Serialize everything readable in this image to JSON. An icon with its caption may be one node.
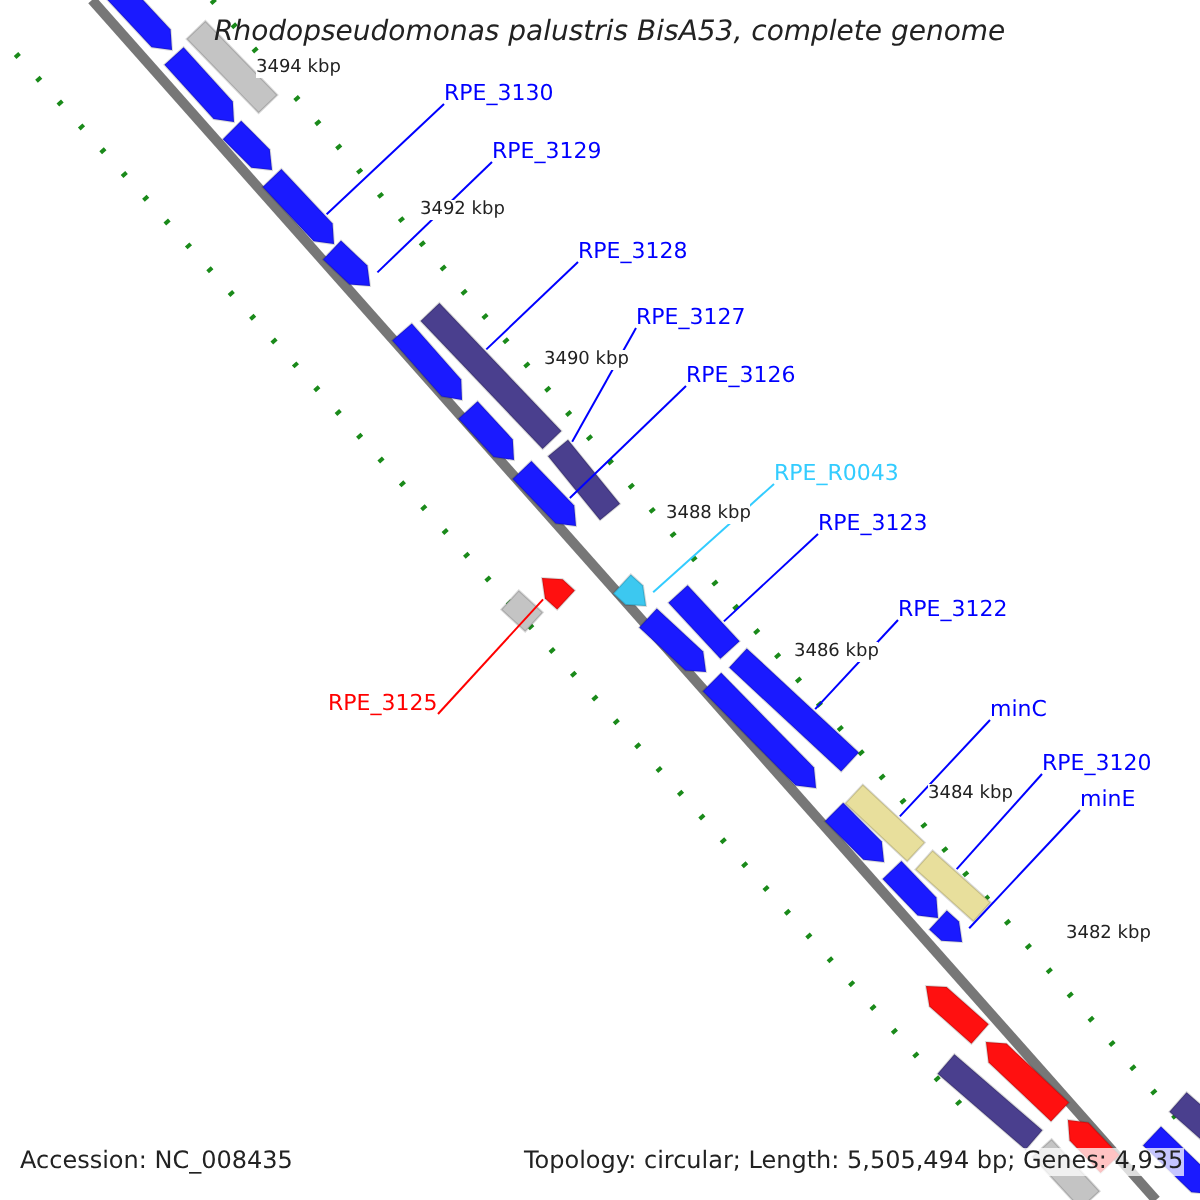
{
  "diagram": {
    "title": "Rhodopseudomonas palustris BisA53, complete genome",
    "nodes": [
      {
        "text": [
          "RPE_3130"
        ]
      },
      {
        "text": [
          "RPE_3129"
        ]
      },
      {
        "text": [
          "RPE_3128"
        ]
      },
      {
        "text": [
          "RPE_3127"
        ]
      },
      {
        "text": [
          "RPE_3126"
        ]
      },
      {
        "text": [
          "RPE_R0043"
        ]
      },
      {
        "text": [
          "RPE_3123"
        ]
      },
      {
        "text": [
          "RPE_3122"
        ]
      },
      {
        "text": [
          "RPE_3125"
        ]
      },
      {
        "text": [
          "minC"
        ]
      },
      {
        "text": [
          "RPE_3120"
        ]
      },
      {
        "text": [
          "minE"
        ]
      },
      {
        "text": [],
        "shape": "bar"
      },
      {
        "text": [],
        "shape": "bar"
      },
      {
        "text": [],
        "shape": "bar"
      },
      {
        "text": [],
        "shape": "bar"
      },
      {
        "text": [],
        "shape": "bar"
      },
      {
        "text": [],
        "shape": "bar"
      },
      {
        "text": [],
        "shape": "bar"
      },
      {
        "text": [],
        "shape": "bar"
      },
      {
        "text": [],
        "shape": "bar"
      },
      {
        "text": [],
        "shape": "bar"
      },
      {
        "text": [],
        "shape": "bar"
      },
      {
        "text": [],
        "shape": "bar"
      },
      {
        "text": [],
        "shape": "bar"
      },
      {
        "text": [],
        "shape": "bar"
      },
      {
        "text": [],
        "shape": "bar"
      },
      {
        "text": [],
        "shape": "bar"
      },
      {
        "text": [],
        "shape": "bar"
      },
      {
        "text": [],
        "shape": "bar"
      },
      {
        "text": [],
        "shape": "bar"
      },
      {
        "text": [],
        "shape": "bar"
      },
      {
        "text": [],
        "shape": "bar"
      },
      {
        "text": [],
        "shape": "bar"
      },
      {
        "text": [],
        "shape": "bar"
      },
      {
        "text": [],
        "shape": "bar"
      },
      {
        "text": [],
        "shape": "bar"
      },
      {
        "text": [],
        "shape": "bar"
      },
      {
        "text": [],
        "shape": "bar"
      },
      {
        "text": [],
        "shape": "bar"
      },
      {
        "text": [],
        "shape": "bar"
      },
      {
        "text": [],
        "shape": "bar"
      }
    ],
    "edges": [
      {
        "from": 0,
        "to": 16,
        "arrow": "none"
      },
      {
        "from": 1,
        "to": 17,
        "arrow": "none"
      },
      {
        "from": 2,
        "to": 18,
        "arrow": "none"
      },
      {
        "from": 3,
        "to": 21,
        "arrow": "none"
      },
      {
        "from": 4,
        "to": 22,
        "arrow": "none"
      },
      {
        "from": 5,
        "to": 24,
        "arrow": "none",
        "color": "#33ccff"
      },
      {
        "from": 6,
        "to": 25,
        "arrow": "none"
      },
      {
        "from": 7,
        "to": 28,
        "arrow": "none"
      },
      {
        "from": 8,
        "to": 23,
        "arrow": "none",
        "color": "#ff0000"
      },
      {
        "from": 9,
        "to": 30,
        "arrow": "none"
      },
      {
        "from": 10,
        "to": 32,
        "arrow": "none"
      },
      {
        "from": 11,
        "to": 34,
        "arrow": "none"
      }
    ],
    "labels": [
      "3494 kbp",
      "3492 kbp",
      "3490 kbp",
      "3488 kbp",
      "3486 kbp",
      "3484 kbp",
      "3482 kbp",
      "Accession: NC_008435",
      "Topology: circular; Length: 5,505,494 bp; Genes: 4,935"
    ]
  }
}
